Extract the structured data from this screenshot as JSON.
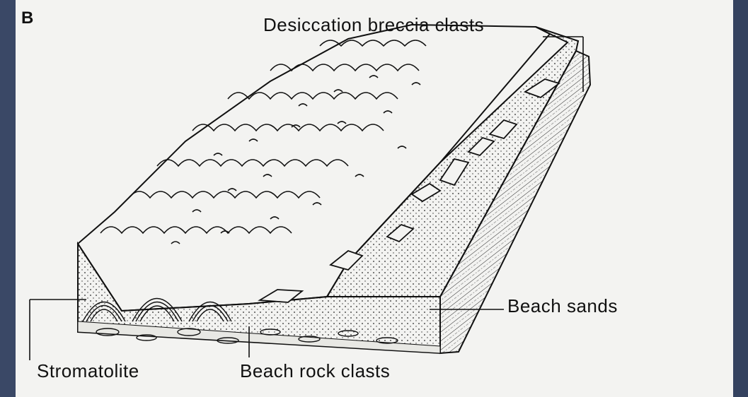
{
  "figure": {
    "panel_letter": "B",
    "labels": {
      "desiccation": "Desiccation breccia clasts",
      "beach_sands": "Beach sands",
      "stromatolite": "Stromatolite",
      "beach_rock": "Beach rock clasts"
    }
  },
  "colors": {
    "page_background": "#3c4a68",
    "paper": "#f3f3f1",
    "ink": "#111111"
  }
}
